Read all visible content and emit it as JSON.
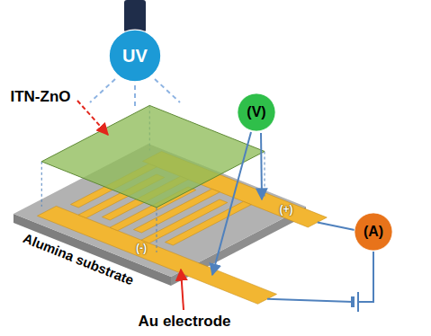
{
  "diagram": {
    "nodes": [
      {
        "text": [
          "UV"
        ]
      },
      {
        "text": [
          "(V)"
        ]
      },
      {
        "text": [
          "(A)"
        ]
      }
    ],
    "labels": [
      "ITN-ZnO",
      "(+)",
      "(-)",
      "Alumina substrate",
      "Au electrode"
    ]
  }
}
